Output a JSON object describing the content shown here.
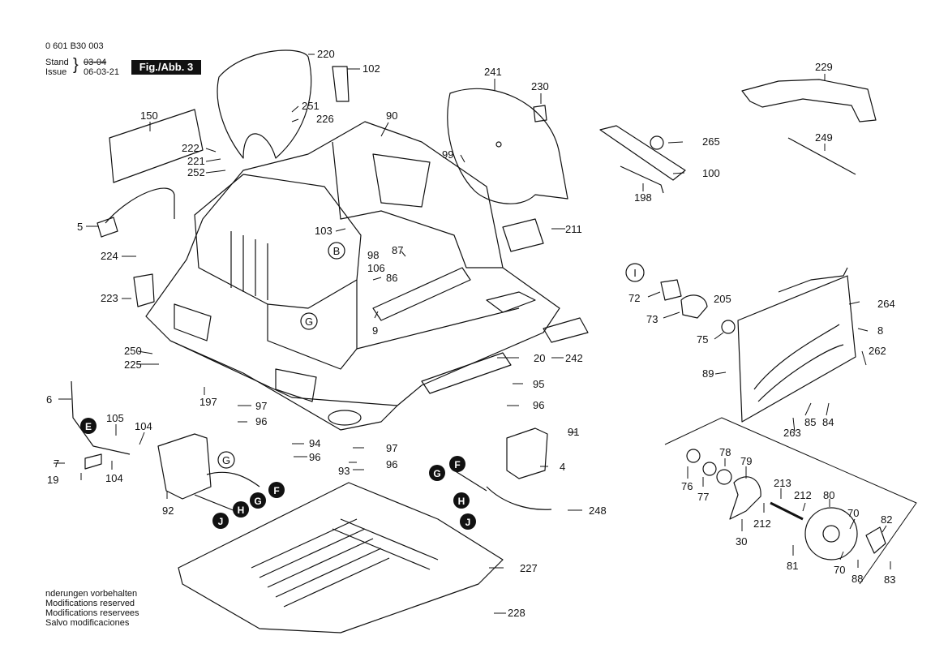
{
  "header": {
    "part_number": "0 601 B30 003",
    "stand_label": "Stand",
    "issue_label": "Issue",
    "old_date": "03-04",
    "new_date": "06-03-21",
    "figure": "Fig./Abb. 3"
  },
  "notes": [
    "nderungen vorbehalten",
    "Modifications reserved",
    "Modifications reservees",
    "Salvo modificaciones"
  ],
  "callouts": {
    "c220": "220",
    "c102": "102",
    "c241": "241",
    "c230": "230",
    "c229": "229",
    "c150": "150",
    "c90": "90",
    "c251": "251",
    "c226": "226",
    "c222": "222",
    "c221": "221",
    "c252": "252",
    "c99": "99",
    "c265": "265",
    "c100": "100",
    "c198": "198",
    "c249": "249",
    "c5": "5",
    "c211": "211",
    "c103": "103",
    "c98": "98",
    "c87": "87",
    "c86": "86",
    "c106": "106",
    "c224": "224",
    "c223": "223",
    "c9": "9",
    "c72": "72",
    "c205": "205",
    "c73": "73",
    "c75": "75",
    "c264": "264",
    "c8": "8",
    "c242": "242",
    "c20": "20",
    "c250": "250",
    "c225": "225",
    "c262": "262",
    "c89": "89",
    "c95": "95",
    "c6": "6",
    "c197": "197",
    "c97a": "97",
    "c96a": "96",
    "c96b": "96",
    "c85": "85",
    "c84": "84",
    "c263": "263",
    "c105": "105",
    "c104a": "104",
    "c91": "91",
    "c94": "94",
    "c97b": "97",
    "c7": "7",
    "c104b": "104",
    "c96c": "96",
    "c96d": "96",
    "c4": "4",
    "c93": "93",
    "c19": "19",
    "c78": "78",
    "c79": "79",
    "c76": "76",
    "c77": "77",
    "c213": "213",
    "c212a": "212",
    "c212b": "212",
    "c80": "80",
    "c70a": "70",
    "c82": "82",
    "c92": "92",
    "c248": "248",
    "c30": "30",
    "c81": "81",
    "c70b": "70",
    "c88": "88",
    "c83": "83",
    "c227": "227",
    "c228": "228"
  },
  "markers": {
    "i": "I",
    "b": "B",
    "g1": "G",
    "g2": "G",
    "e": "E",
    "f1": "F",
    "g3": "G",
    "h1": "H",
    "j1": "J",
    "f2": "F",
    "g4": "G",
    "h2": "H",
    "j2": "J"
  }
}
